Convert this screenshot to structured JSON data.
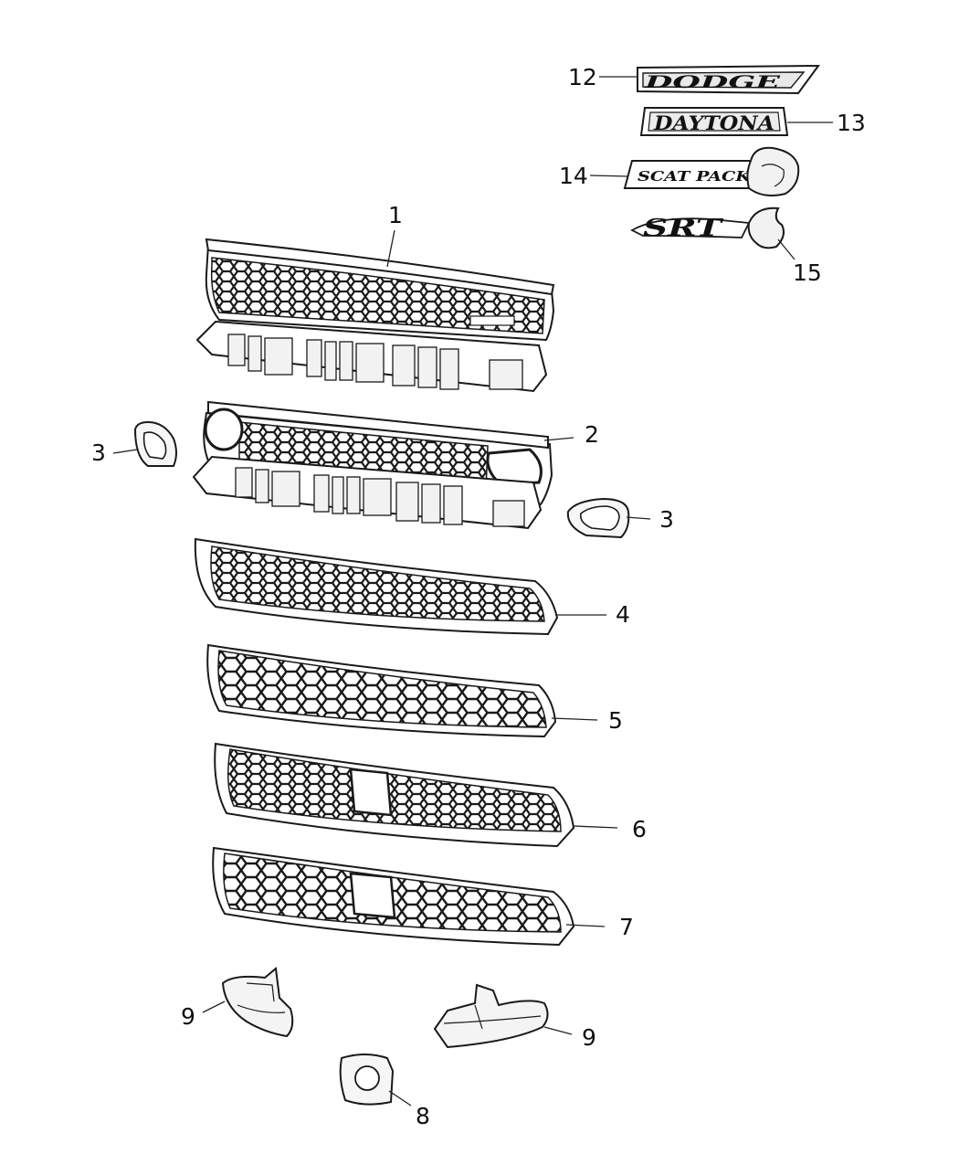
{
  "callouts": {
    "c1": "1",
    "c2": "2",
    "c3a": "3",
    "c3b": "3",
    "c4": "4",
    "c5": "5",
    "c6": "6",
    "c7": "7",
    "c8": "8",
    "c9a": "9",
    "c9b": "9",
    "c12": "12",
    "c13": "13",
    "c14": "14",
    "c15": "15"
  },
  "badges": {
    "dodge": "DODGE",
    "daytona": "DAYTONA",
    "scat_pack": "SCAT PACK",
    "srt": "SRT"
  },
  "colors": {
    "line": "#1a1a1a",
    "background": "#ffffff"
  }
}
